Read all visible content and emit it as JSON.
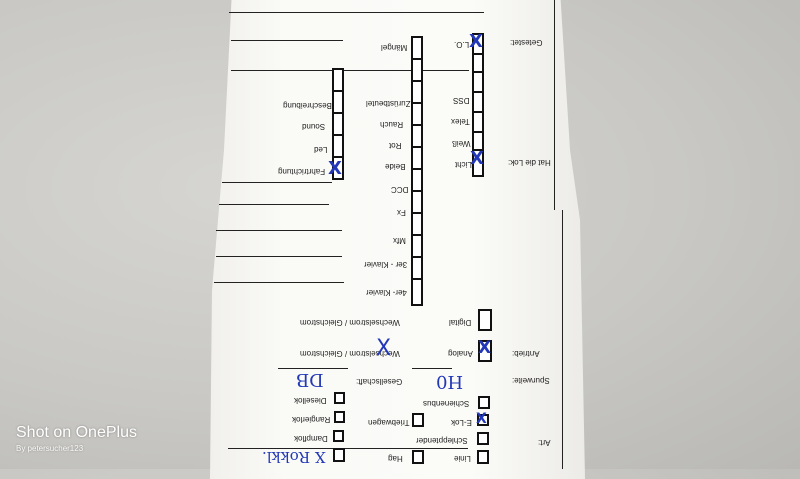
{
  "form": {
    "label_getestet": "Getestet:",
    "label_mangel": "Mängel",
    "label_lo": "L.O.",
    "label_dss": "DSS",
    "label_zurustbeutel": "Zurüstbeutel",
    "label_beschreibung": "Beschreibung",
    "label_telex": "Telex",
    "label_rauch": "Rauch",
    "label_sound": "Sound",
    "label_hat_die_lok": "Hat die Lok:",
    "label_weiss": "Weiß",
    "label_rot": "Rot",
    "label_led": "Led",
    "label_licht": "Licht",
    "label_beide": "Beide",
    "label_fahrtrichtung": "Fahrtrichtung",
    "label_dcc": "DCC",
    "label_fx": "Fx",
    "label_mfx": "Mfx",
    "label_3er_klavier": "3er - Klavier",
    "label_4er_klavier": "4er- Klavier",
    "label_digital": "Digital",
    "label_wechselstrom_1": "Wechselstrom / Gleichstrom",
    "label_antrieb": "Antrieb:",
    "label_analog": "Analog",
    "label_wechselstrom_2": "Wechselstrom / Gleichstrom",
    "label_spurweite": "Spurweite:",
    "label_gesellschaft": "Gesellschaft:",
    "label_schienenbus": "Schienenbus",
    "label_diesellok": "Diesellok",
    "label_elok": "E-Lok",
    "label_triebwagen": "Triebwagen",
    "label_rangierlok": "Rangierlok",
    "label_art": "Art:",
    "label_schlepptender": "Schlepptender",
    "label_dampflok": "Dampflok",
    "label_linie": "Linie",
    "label_hag": "Hag"
  },
  "handwriting": {
    "spurweite_value": "H0",
    "gesellschaft_value": "DB",
    "bottom_value": "X Rokkl."
  },
  "checked": {
    "lo": true,
    "licht": true,
    "fahrtrichtung": true,
    "analog": true,
    "elok": true
  },
  "watermark": {
    "line1": "Shot on OnePlus",
    "line2": "By petersucher123"
  }
}
